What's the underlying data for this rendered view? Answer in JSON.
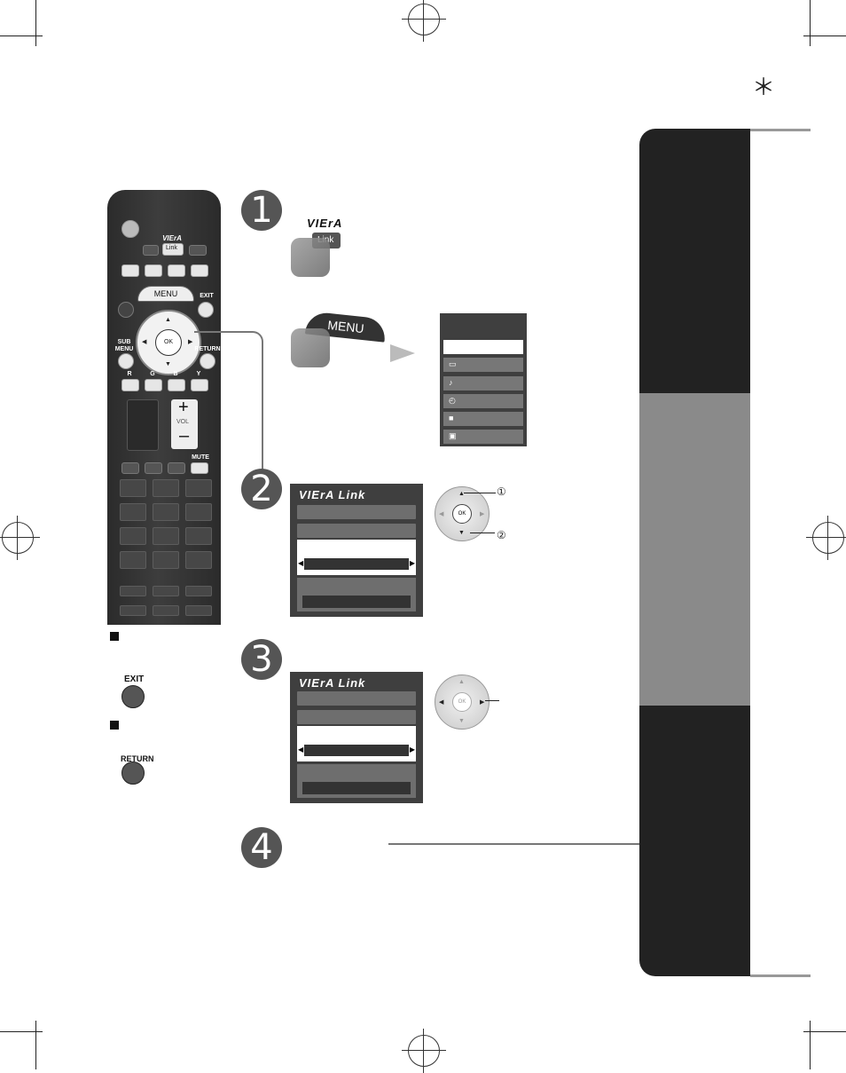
{
  "page": {
    "asterisk": "＊"
  },
  "steps": [
    "1",
    "2",
    "3",
    "4"
  ],
  "remote": {
    "viera_label": "VIErA",
    "link_label": "Link",
    "menu_label": "MENU",
    "exit_label": "EXIT",
    "ok_label": "OK",
    "sub_menu_label": "SUB MENU",
    "return_label": "RETURN",
    "color_labels": [
      "R",
      "G",
      "B",
      "Y"
    ],
    "vol_label": "VOL",
    "mute_label": "MUTE"
  },
  "step1": {
    "viera_label": "VIErA",
    "link_label": "Link",
    "menu_label": "MENU"
  },
  "step2": {
    "viera_link_logo": "VIErA Link",
    "ok_label": "OK",
    "marker_1": "①",
    "marker_2": "②"
  },
  "step3": {
    "viera_link_logo": "VIErA Link",
    "ok_label": "OK"
  },
  "legend": {
    "exit_label": "EXIT",
    "return_label": "RETURN"
  },
  "colors": {
    "tab_dark": "#222222",
    "tab_gray": "#8a8a8a",
    "screen_bg": "#3f3f3f"
  }
}
